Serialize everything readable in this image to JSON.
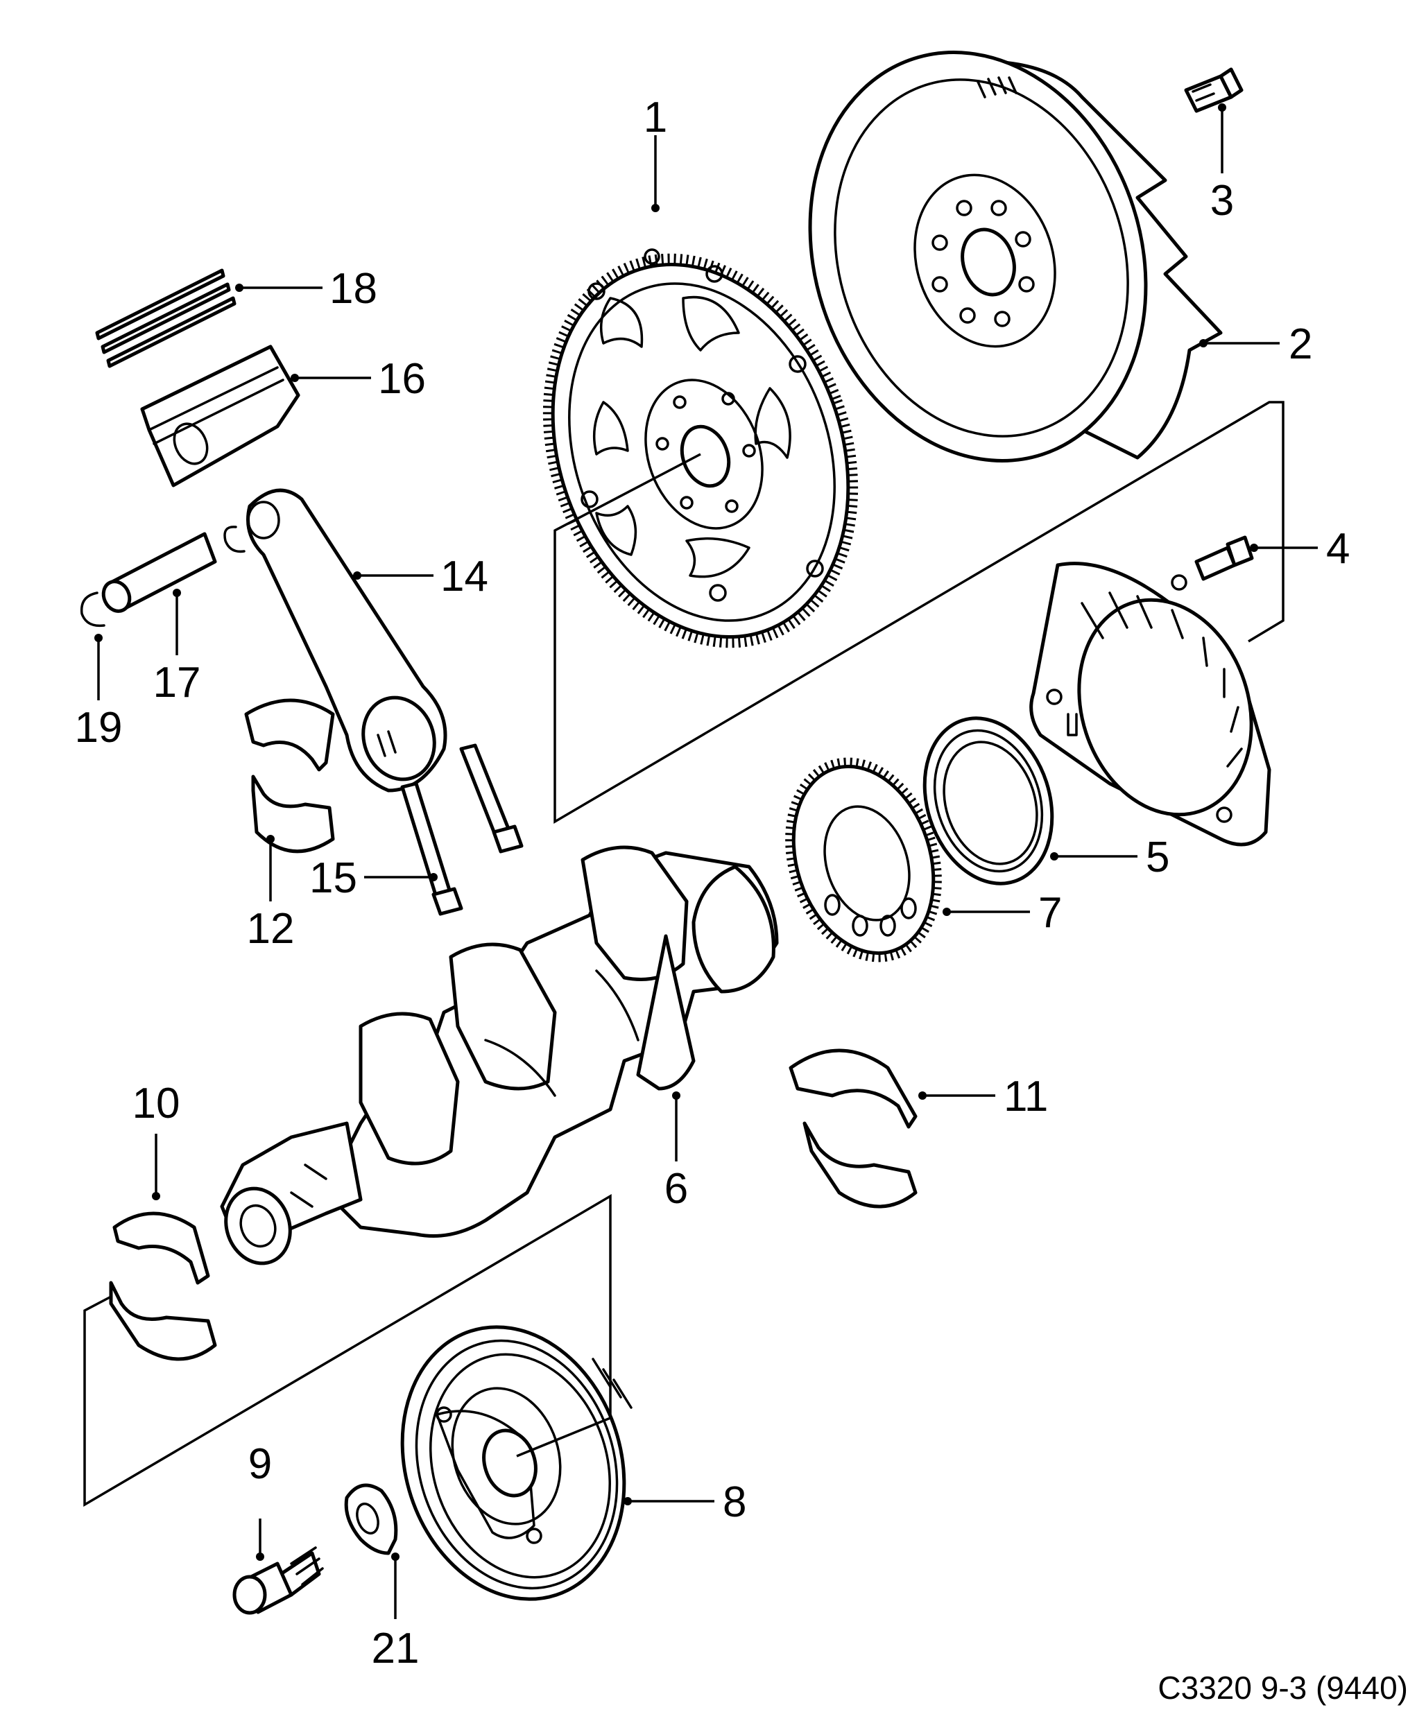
{
  "callouts": [
    "1",
    "2",
    "3",
    "4",
    "5",
    "6",
    "7",
    "8",
    "9",
    "10",
    "11",
    "12",
    "14",
    "15",
    "16",
    "17",
    "18",
    "19",
    "21"
  ],
  "reference_code": "C3320 9-3 (9440)",
  "colors": {
    "line": "#000000",
    "background": "#ffffff",
    "shading": "#e6e6e6"
  }
}
